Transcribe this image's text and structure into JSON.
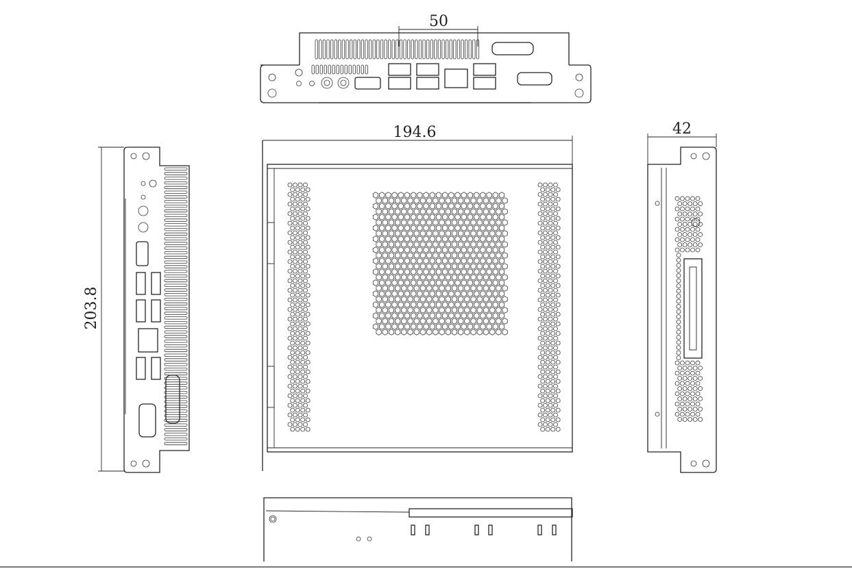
{
  "drawing": {
    "title": "Mini PC chassis dimension drawing",
    "dimensions": {
      "port_spacing": "50",
      "width": "194.6",
      "depth": "203.8",
      "height": "42"
    },
    "line_color": "#222222",
    "background": "#ffffff"
  }
}
